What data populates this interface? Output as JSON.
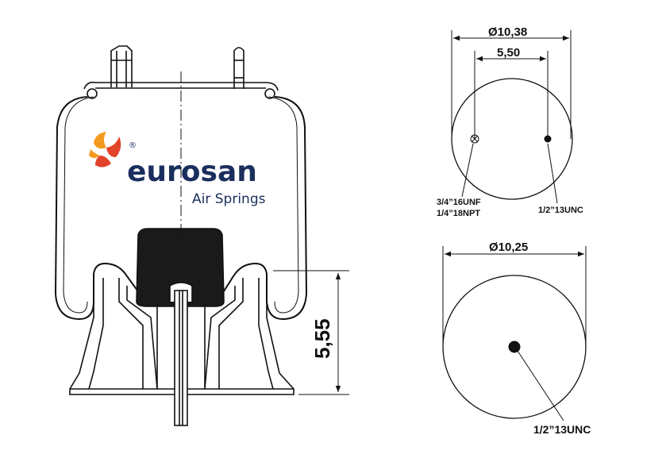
{
  "brand": {
    "name": "eurosan",
    "tagline": "Air Springs",
    "registered": "®",
    "colors": {
      "primary": "#1b2f5e",
      "accent_orange": "#f39a1f",
      "accent_red": "#e2432a"
    }
  },
  "side_view": {
    "height_label": "5,55"
  },
  "top_plate": {
    "diameter_label": "Ø10,38",
    "stud_spacing_label": "5,50",
    "port_label_line1": "3/4”16UNF",
    "port_label_line2": "1/4”18NPT",
    "stud_label": "1/2”13UNC"
  },
  "bottom_plate": {
    "diameter_label": "Ø10,25",
    "stud_label": "1/2”13UNC"
  }
}
